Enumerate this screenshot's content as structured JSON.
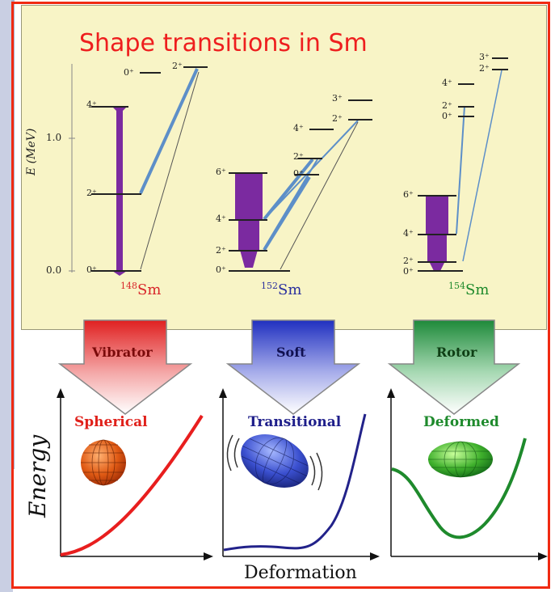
{
  "title": "Shape transitions in Sm",
  "axis": {
    "ylabel": "E (MeV)",
    "ticks": [
      "1.0",
      "0.0"
    ]
  },
  "nuclei": [
    {
      "label": "Sm",
      "mass": "148",
      "color": "#d8262a"
    },
    {
      "label": "Sm",
      "mass": "152",
      "color": "#2a2f9e"
    },
    {
      "label": "Sm",
      "mass": "154",
      "color": "#1f8a2c"
    }
  ],
  "levels": {
    "sm148": [
      "0⁺",
      "2⁺",
      "4⁺",
      "0⁺",
      "2⁺"
    ],
    "sm152": [
      "0⁺",
      "2⁺",
      "4⁺",
      "6⁺",
      "0⁺",
      "2⁺",
      "4⁺",
      "2⁺",
      "3⁺"
    ],
    "sm154": [
      "0⁺",
      "2⁺",
      "4⁺",
      "6⁺",
      "0⁺",
      "2⁺",
      "4⁺",
      "2⁺",
      "3⁺"
    ]
  },
  "arrows": [
    "Vibrator",
    "Soft",
    "Rotor"
  ],
  "shapes": [
    "Spherical",
    "Transitional",
    "Deformed"
  ],
  "energy_label": "Energy",
  "xlabel": "Deformation",
  "colors": {
    "title": "#ee1e1e",
    "panel": "#f8f4c6",
    "frame": "#f02a12",
    "purple": "#7b2aa0",
    "blue": "#5d8fc8"
  }
}
